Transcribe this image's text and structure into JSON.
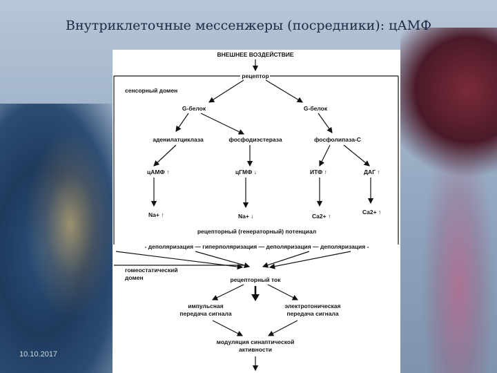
{
  "slide": {
    "title": "Внутриклеточные мессенжеры (посредники): цАМФ",
    "date": "10.10.2017"
  },
  "diagram": {
    "external": "ВНЕШНЕЕ ВОЗДЕЙСТВИЕ",
    "receptor": "рецептор",
    "sensory_domain": "сенсорный домен",
    "g_protein_left": "G-белок",
    "g_protein_right": "G-белок",
    "adenylate_cyclase": "аденилатциклаза",
    "phosphodiesterase": "фосфодиэстераза",
    "phospholipase": "фосфолипаза-С",
    "camp": "цАМФ",
    "cgmp": "цГМФ",
    "itp": "ИТФ",
    "dag": "ДАГ",
    "na_up": "Na+",
    "na_down": "Na+",
    "ca_left": "Ca2+",
    "ca_right": "Ca2+",
    "receptor_potential": "рецепторный (генераторный) потенциал",
    "depolarization_row": "- деполяризация — гиперполяризация — деполяризация — деполяризация -",
    "homeostatic_line1": "гомеостатический",
    "homeostatic_line2": "домен",
    "receptor_current": "рецепторный ток",
    "impulse_line1": "импульсная",
    "impulse_line2": "передача сигнала",
    "electrotonic_line1": "электротоническая",
    "electrotonic_line2": "передача сигнала",
    "modulation_line1": "модуляция синаптической",
    "modulation_line2": "активности"
  }
}
